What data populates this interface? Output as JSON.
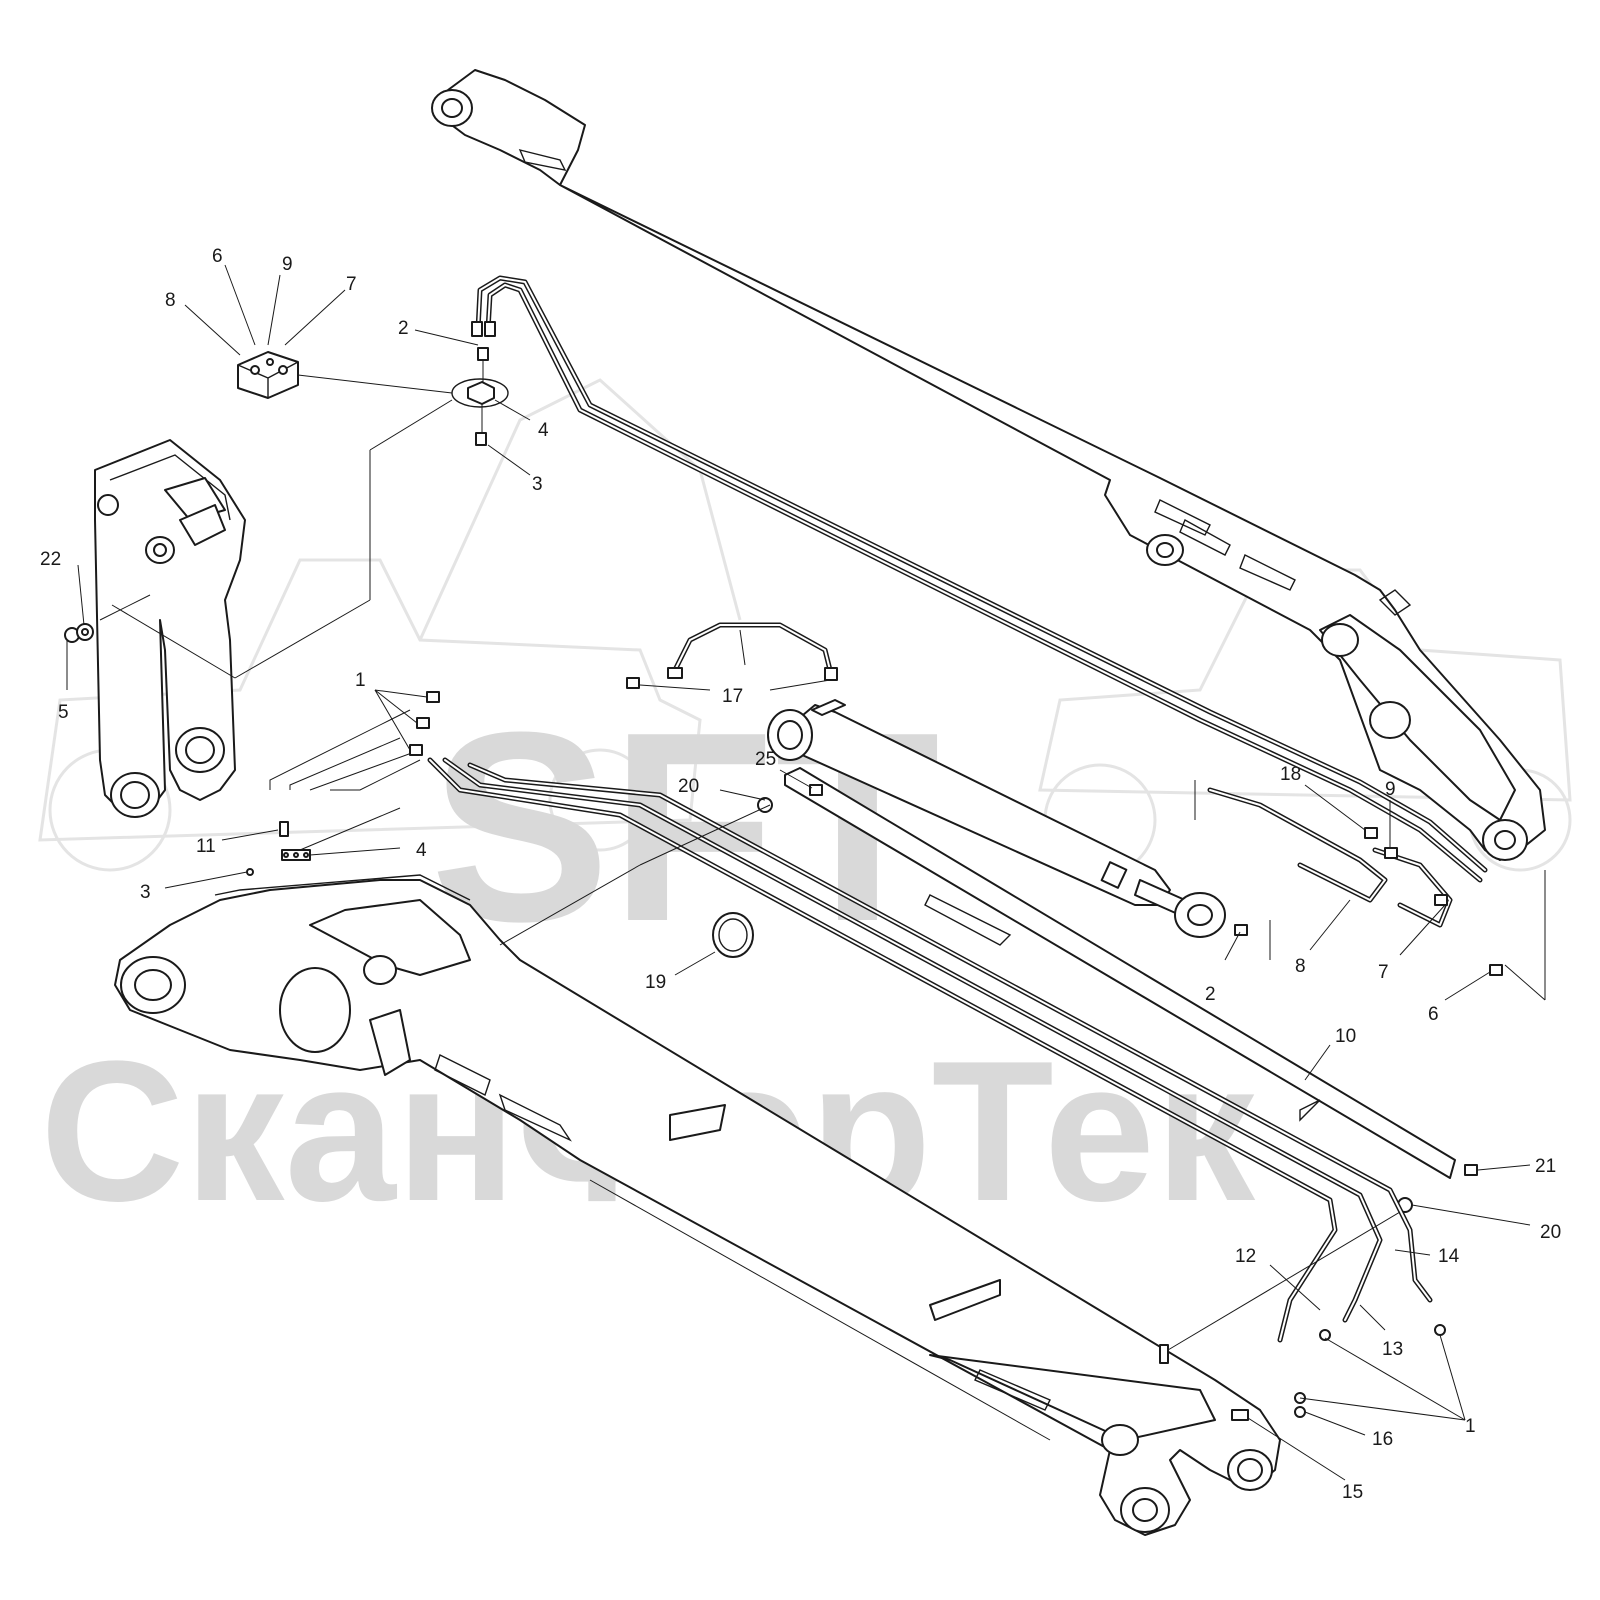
{
  "watermark": {
    "logo_text": "SFT",
    "brand_text": "СканФорТек",
    "color": "#d9d9d9"
  },
  "line_color": "#1a1a1a",
  "callouts": {
    "c1_boom_fittings": "1",
    "c1_arm_fittings": "1",
    "c2_top": "2",
    "c2_cylinder": "2",
    "c3_top": "3",
    "c3_left": "3",
    "c4_top": "4",
    "c4_left": "4",
    "c5": "5",
    "c6_detail": "6",
    "c6_right": "6",
    "c7_detail": "7",
    "c7_right": "7",
    "c8_detail": "8",
    "c8_right": "8",
    "c9_detail": "9",
    "c9_right": "9",
    "c10": "10",
    "c11": "11",
    "c12": "12",
    "c13": "13",
    "c14": "14",
    "c15": "15",
    "c16": "16",
    "c17": "17",
    "c18": "18",
    "c19": "19",
    "c20_top": "20",
    "c20_right": "20",
    "c21": "21",
    "c22": "22",
    "c25": "25"
  }
}
